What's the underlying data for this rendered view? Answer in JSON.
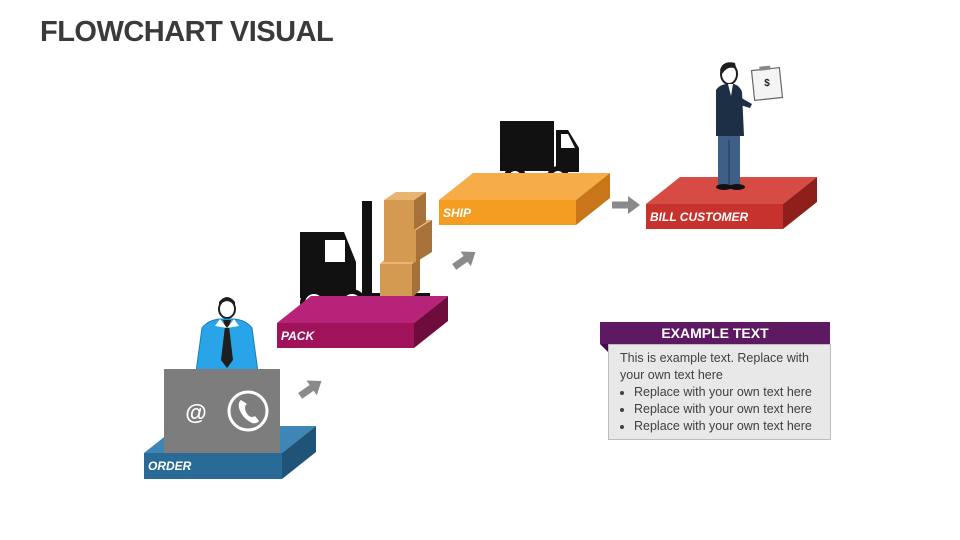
{
  "title": "FLOWCHART VISUAL",
  "steps": [
    {
      "label": "ORDER",
      "color": "#2a6a96"
    },
    {
      "label": "PACK",
      "color": "#a0125a"
    },
    {
      "label": "SHIP",
      "color": "#f59c22"
    },
    {
      "label": "BILL CUSTOMER",
      "color": "#c7332c"
    }
  ],
  "icons": [
    "person-icon",
    "email-icon",
    "phone-icon",
    "forklift-icon",
    "boxes-icon",
    "truck-icon",
    "businessman-icon",
    "invoice-icon",
    "arrow-icon"
  ],
  "email_symbol": "@",
  "invoice_symbol": "$",
  "example": {
    "header": "EXAMPLE TEXT",
    "intro": "This is example text. Replace with your own text here",
    "bullets": [
      "Replace with your own text here",
      "Replace with your own text here",
      "Replace with your own text here"
    ]
  }
}
